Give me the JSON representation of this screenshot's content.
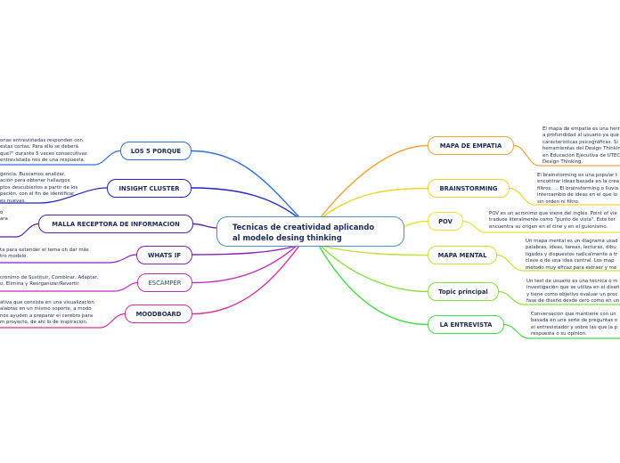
{
  "central_topic": {
    "lines": [
      "Tecnicas de creatividad aplicando",
      "al modelo desing thinking"
    ],
    "border_color": "#4d8fcf"
  },
  "left_branches": [
    {
      "label": "LOS 5 PORQUE",
      "color": "#2f6fe4",
      "notes": [
        "onas entrevistadas responden con",
        "estas cortas. Para ello se deberá",
        "qué?\" durante 5 veces consecutivas",
        "entrevistada nos de una respuesta."
      ]
    },
    {
      "label": "INSIGHT CLUSTER",
      "color": "#2424c8",
      "notes": [
        "gencia. Buscamos analizar,",
        "ación para obtener hallazgos",
        "ptos descubiertos a partir de los",
        "pación, con el fin de identificar",
        "es nuevas."
      ]
    },
    {
      "label": "MALLA RECEPTORA DE INFORMACION",
      "color": "#5a1fa8",
      "notes": [
        "o",
        "ara"
      ]
    },
    {
      "label": "WHATS IF",
      "color": "#8e1fb8",
      "notes": [
        "ta para extender el tema oh dar más",
        "tro modelo."
      ]
    },
    {
      "label": "ESCAMPER",
      "color": "#c22cc6",
      "notes": [
        "crónimo de Sustituir, Combinar, Adaptar,",
        "o, Elimina y Reorganizar/Revertir."
      ]
    },
    {
      "label": "MOODBOARD",
      "color": "#de2a9e",
      "notes": [
        "ativa que consiste en una visualización",
        "alabras en un mismo soporte, a modo",
        "nos ayuden a preparar el cerebro para",
        "m proyecto, de ahí lo de inspiración."
      ]
    }
  ],
  "right_branches": [
    {
      "label": "MAPA DE EMPATIA",
      "color": "#f2a33a",
      "notes": [
        "El mapa de empatía es una herr",
        "a profundidad al usuario ya que",
        "características psicográficas. Sí",
        "herramientas del Design Thinkin",
        "en Educación Ejecutiva de UTEC",
        "Design Thinking."
      ]
    },
    {
      "label": "BRAINSTORMING",
      "color": "#f2d22a",
      "notes": [
        "El brainstorming es una popular t",
        "encontrar ideas basada en la crea",
        "filtros. ... El brainstorming o lluvia",
        "intercambio de ideas en el que lo",
        "sin orden ni filtro."
      ]
    },
    {
      "label": "POV",
      "color": "#efe02e",
      "notes": [
        "POV es un acrónimo que viene del inglés. Point of vie",
        "traduce literalmente como \"punto de vista\". Este tér",
        "encuentra su origen en el cine y en el guionismo."
      ]
    },
    {
      "label": "MAPA MENTAL",
      "color": "#c6e236",
      "notes": [
        "Un mapa mental es un diagrama usad",
        "palabras, ideas, tareas, lecturas, dibu",
        "ligados y dispuestos radicalmente a tr",
        "clave o de una idea central. Los map",
        "método muy eficaz para extraer y me"
      ]
    },
    {
      "label": "Topic principal",
      "color": "#86e236",
      "notes": [
        "Un test de usuario es una técnica o m",
        "investigación que se utiliza en el diseñ",
        "y tiene como objetivo evaluar un proc",
        "fase de diseño desde cero como en un"
      ]
    },
    {
      "label": "LA ENTREVISTA",
      "color": "#44dd44",
      "notes": [
        "Conversación que mantiene con un",
        "basada en una serie de preguntas o",
        "el entrevistador y sobre las que la p",
        "respuesta o su opinión."
      ]
    }
  ]
}
